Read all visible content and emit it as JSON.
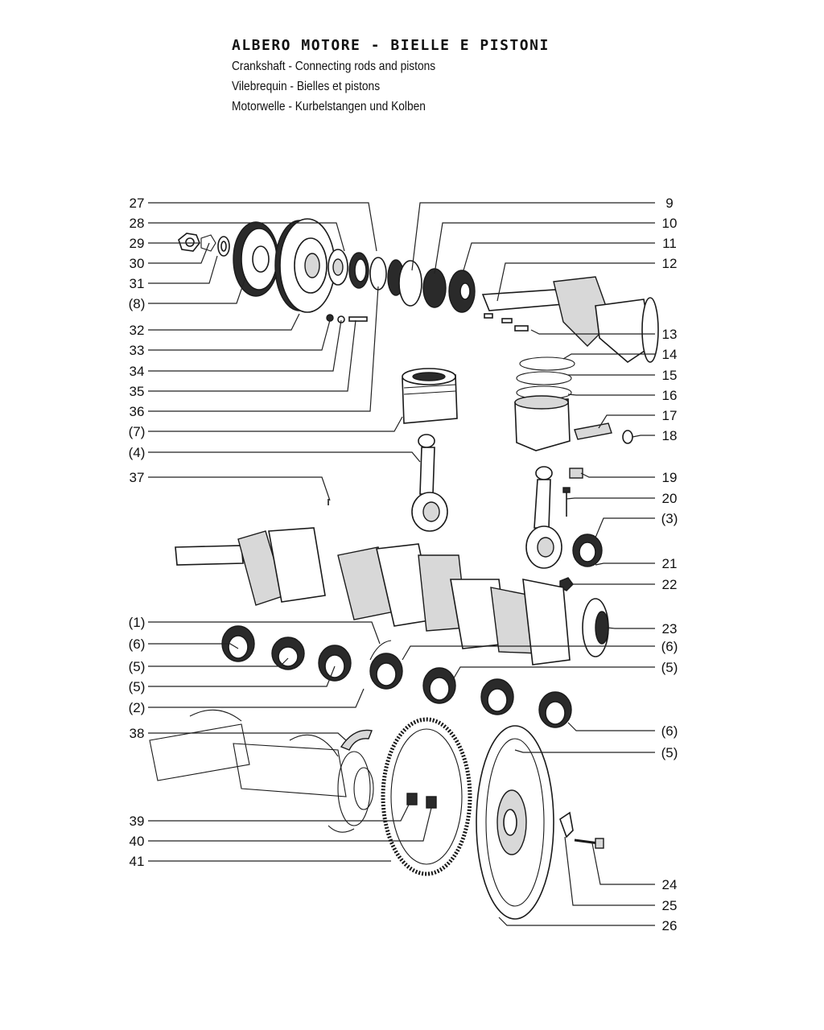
{
  "titles": {
    "italian": "ALBERO MOTORE - BIELLE E PISTONI",
    "english": "Crankshaft - Connecting rods and pistons",
    "french": "Vilebrequin - Bielles et pistons",
    "german": "Motorwelle - Kurbelstangen und Kolben"
  },
  "callouts_left": [
    "27",
    "28",
    "29",
    "30",
    "31",
    "(8)",
    "32",
    "33",
    "34",
    "35",
    "36",
    "(7)",
    "(4)",
    "37",
    "(1)",
    "(6)",
    "(5)",
    "(5)",
    "(2)",
    "38",
    "39",
    "40",
    "41"
  ],
  "callouts_right": [
    "9",
    "10",
    "11",
    "12",
    "13",
    "14",
    "15",
    "16",
    "17",
    "18",
    "19",
    "20",
    "(3)",
    "21",
    "22",
    "23",
    "(6)",
    "(5)",
    "(6)",
    "(5)",
    "24",
    "25",
    "26"
  ]
}
